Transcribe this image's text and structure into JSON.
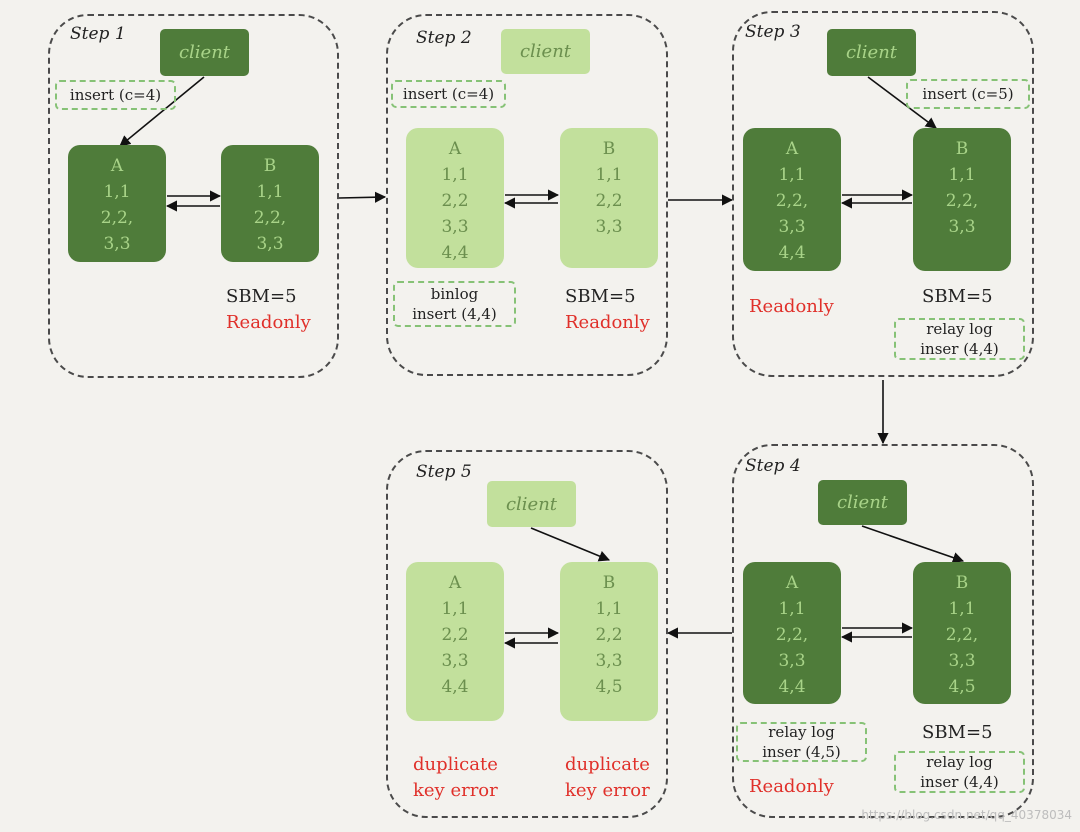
{
  "colors": {
    "dark_green": "#4f7c3a",
    "light_green": "#c2e09c",
    "alert_red": "#e0302a",
    "note_border": "#86c276"
  },
  "client_label": "client",
  "node_a": "A",
  "node_b": "B",
  "sbm": "SBM=5",
  "readonly": "Readonly",
  "duplicate": "duplicate",
  "key_error": "key error",
  "step1": {
    "title": "Step 1",
    "note": "insert (c=4)",
    "a_rows": [
      "1,1",
      "2,2,",
      "3,3"
    ],
    "b_rows": [
      "1,1",
      "2,2,",
      "3,3"
    ]
  },
  "step2": {
    "title": "Step 2",
    "note": "insert (c=4)",
    "a_rows": [
      "1,1",
      "2,2",
      "3,3",
      "4,4"
    ],
    "b_rows": [
      "1,1",
      "2,2",
      "3,3"
    ],
    "binlog": [
      "binlog",
      "insert (4,4)"
    ]
  },
  "step3": {
    "title": "Step 3",
    "note": "insert (c=5)",
    "a_rows": [
      "1,1",
      "2,2,",
      "3,3",
      "4,4"
    ],
    "b_rows": [
      "1,1",
      "2,2,",
      "3,3"
    ],
    "relay": [
      "relay log",
      "inser (4,4)"
    ]
  },
  "step4": {
    "title": "Step 4",
    "a_rows": [
      "1,1",
      "2,2,",
      "3,3",
      "4,4"
    ],
    "b_rows": [
      "1,1",
      "2,2,",
      "3,3",
      "4,5"
    ],
    "relay_a": [
      "relay log",
      "inser (4,5)"
    ],
    "relay_b": [
      "relay log",
      "inser (4,4)"
    ]
  },
  "step5": {
    "title": "Step 5",
    "a_rows": [
      "1,1",
      "2,2",
      "3,3",
      "4,4"
    ],
    "b_rows": [
      "1,1",
      "2,2",
      "3,3",
      "4,5"
    ]
  },
  "watermark": "https://blog.csdn.net/qq_40378034"
}
